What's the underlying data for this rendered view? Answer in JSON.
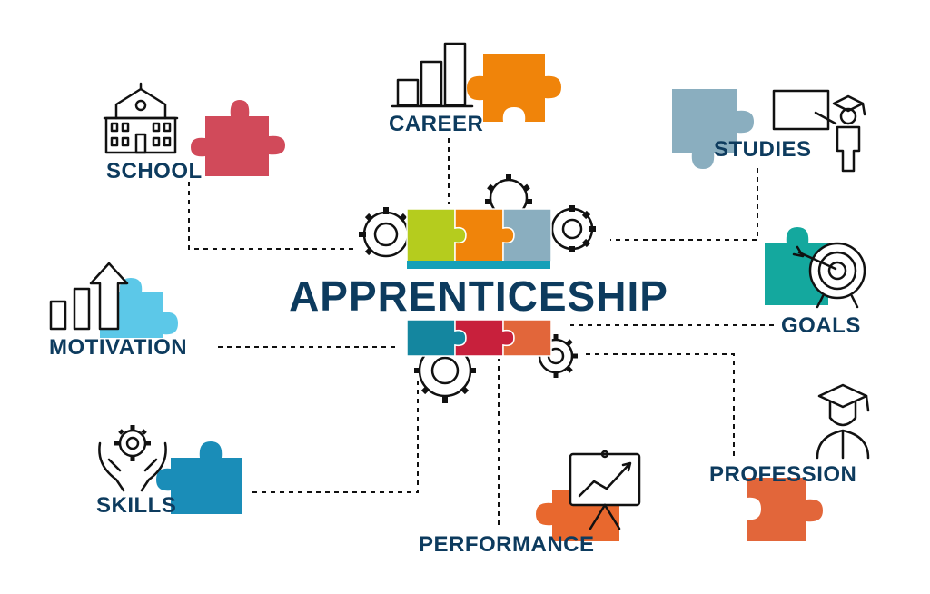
{
  "title": "APPRENTICESHIP",
  "nodes": [
    {
      "id": "school",
      "label": "SCHOOL",
      "icon": "school-building-icon",
      "piece_color": "#d14a5a"
    },
    {
      "id": "career",
      "label": "CAREER",
      "icon": "bar-chart-icon",
      "piece_color": "#f0840a"
    },
    {
      "id": "studies",
      "label": "STUDIES",
      "icon": "graduate-teaching-icon",
      "piece_color": "#8aaebf"
    },
    {
      "id": "goals",
      "label": "GOALS",
      "icon": "target-arrow-icon",
      "piece_color": "#14a89e"
    },
    {
      "id": "motivation",
      "label": "MOTIVATION",
      "icon": "growth-arrow-icon",
      "piece_color": "#5cc8e8"
    },
    {
      "id": "skills",
      "label": "SKILLS",
      "icon": "hands-gear-icon",
      "piece_color": "#1a8db8"
    },
    {
      "id": "performance",
      "label": "PERFORMANCE",
      "icon": "presentation-chart-icon",
      "piece_color": "#e8682e"
    },
    {
      "id": "profession",
      "label": "PROFESSION",
      "icon": "graduate-person-icon",
      "piece_color": "#e2663a"
    }
  ],
  "central_pieces_top": [
    "#b5cc1e",
    "#f0840a",
    "#8aaebf"
  ],
  "central_pieces_bottom": [
    "#14869f",
    "#c8203c",
    "#e2663a"
  ],
  "accent_stripe": "#14a0b8"
}
